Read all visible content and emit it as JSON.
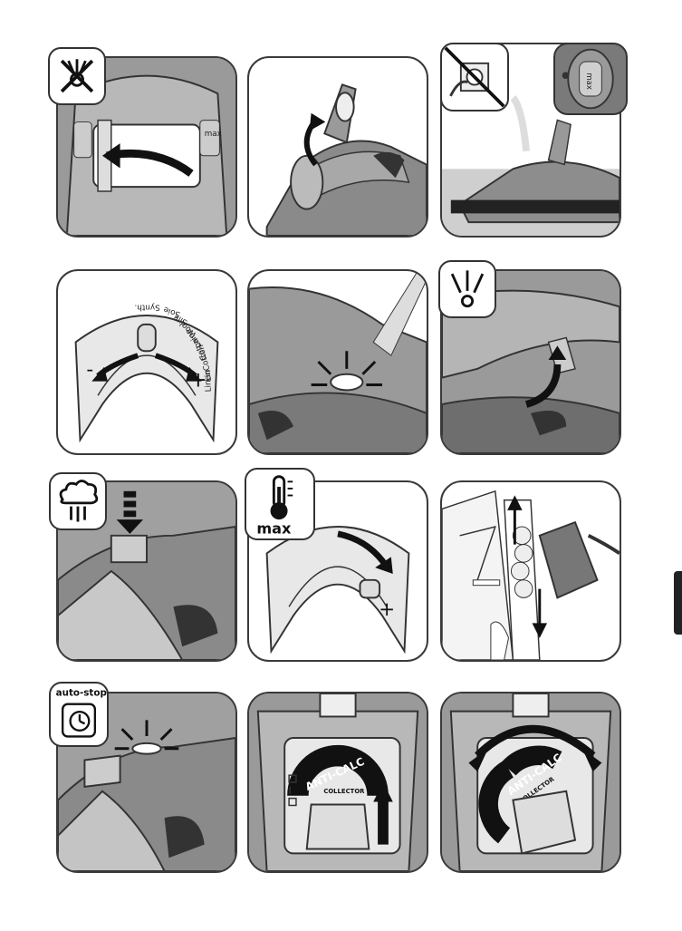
{
  "dial": {
    "minus": "-",
    "plus": "+",
    "settings": [
      "Synth.",
      "Soie",
      "Silk",
      "Wool",
      "Laine",
      "Coton",
      "Cotton",
      "Lin",
      "Linen"
    ],
    "max": "max"
  },
  "badges": {
    "max_label": "max",
    "autostop_label": "auto-stop"
  },
  "anti_calc": {
    "title": "ANTI-CALC",
    "subtitle": "COLLECTOR"
  }
}
